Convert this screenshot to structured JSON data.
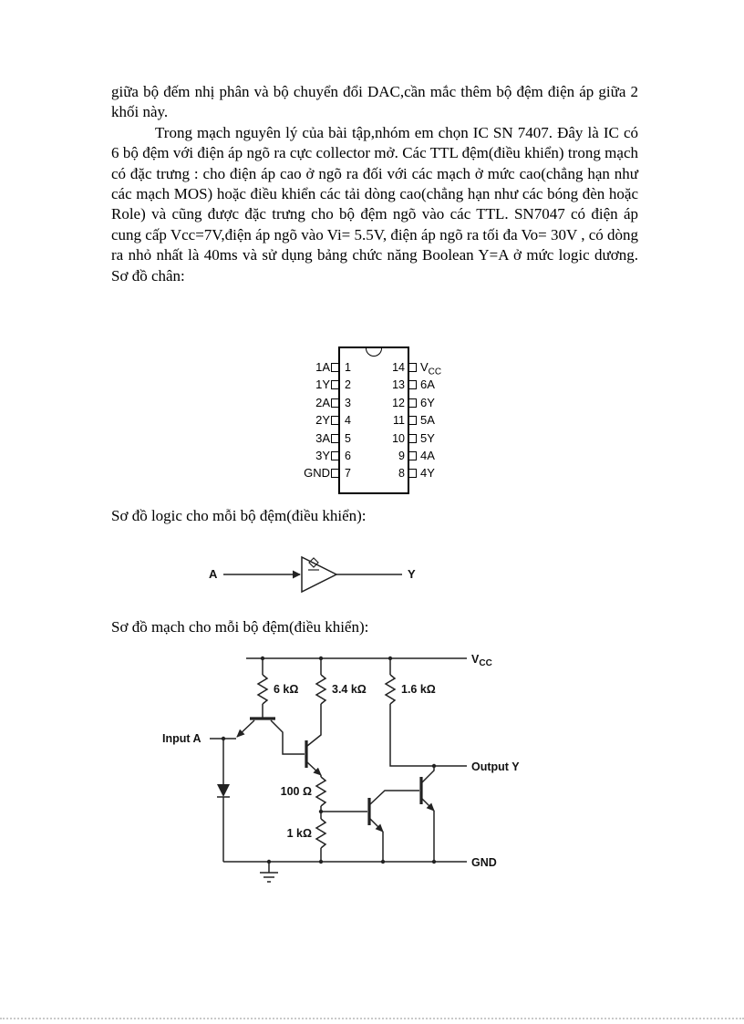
{
  "document": {
    "paragraph1": "giữa bộ đếm nhị phân và bộ chuyển đổi DAC,cần mắc thêm bộ đệm điện áp giữa 2 khối này.",
    "paragraph2": "Trong mạch nguyên lý của bài tập,nhóm em chọn IC SN 7407. Đây là IC có 6 bộ đệm với điện áp ngõ ra cực collector mở. Các TTL đệm(điều khiển) trong mạch có đặc trưng : cho điện áp cao ở ngõ ra đối với các mạch ở mức cao(chẳng hạn như các mạch MOS) hoặc điều khiển các tải dòng cao(chẳng hạn như các bóng đèn hoặc Role) và cũng được đặc trưng cho bộ đệm ngõ vào các TTL. SN7047 có điện áp cung cấp Vcc=7V,điện áp ngõ vào Vi= 5.5V, điện áp ngõ ra tối đa Vo= 30V , có dòng ra nhỏ nhất là 40ms và sử dụng bảng chức năng Boolean Y=A ở mức logic dương. Sơ đồ chân:",
    "caption_logic": "Sơ đồ logic cho mỗi bộ đệm(điều khiển):",
    "caption_circuit": "Sơ đồ mạch cho mỗi bộ đệm(điều khiển):"
  },
  "ic": {
    "left_pins": [
      {
        "label": "1A",
        "number": "1"
      },
      {
        "label": "1Y",
        "number": "2"
      },
      {
        "label": "2A",
        "number": "3"
      },
      {
        "label": "2Y",
        "number": "4"
      },
      {
        "label": "3A",
        "number": "5"
      },
      {
        "label": "3Y",
        "number": "6"
      },
      {
        "label": "GND",
        "number": "7"
      }
    ],
    "right_pins": [
      {
        "label_main": "V",
        "label_sub": "CC",
        "number": "14"
      },
      {
        "label": "6A",
        "number": "13"
      },
      {
        "label": "6Y",
        "number": "12"
      },
      {
        "label": "5A",
        "number": "11"
      },
      {
        "label": "5Y",
        "number": "10"
      },
      {
        "label": "4A",
        "number": "9"
      },
      {
        "label": "4Y",
        "number": "8"
      }
    ]
  },
  "logic_diagram": {
    "input_label": "A",
    "output_label": "Y"
  },
  "circuit": {
    "vcc_main": "V",
    "vcc_sub": "CC",
    "gnd_label": "GND",
    "input_label": "Input A",
    "output_label": "Output Y",
    "resistor_labels": [
      "6 kΩ",
      "3.4 kΩ",
      "1.6 kΩ",
      "100 Ω",
      "1 kΩ"
    ]
  },
  "colors": {
    "ink": "#000000",
    "schematic_stroke": "#222222",
    "footer_dots": "#c9c9c9"
  }
}
